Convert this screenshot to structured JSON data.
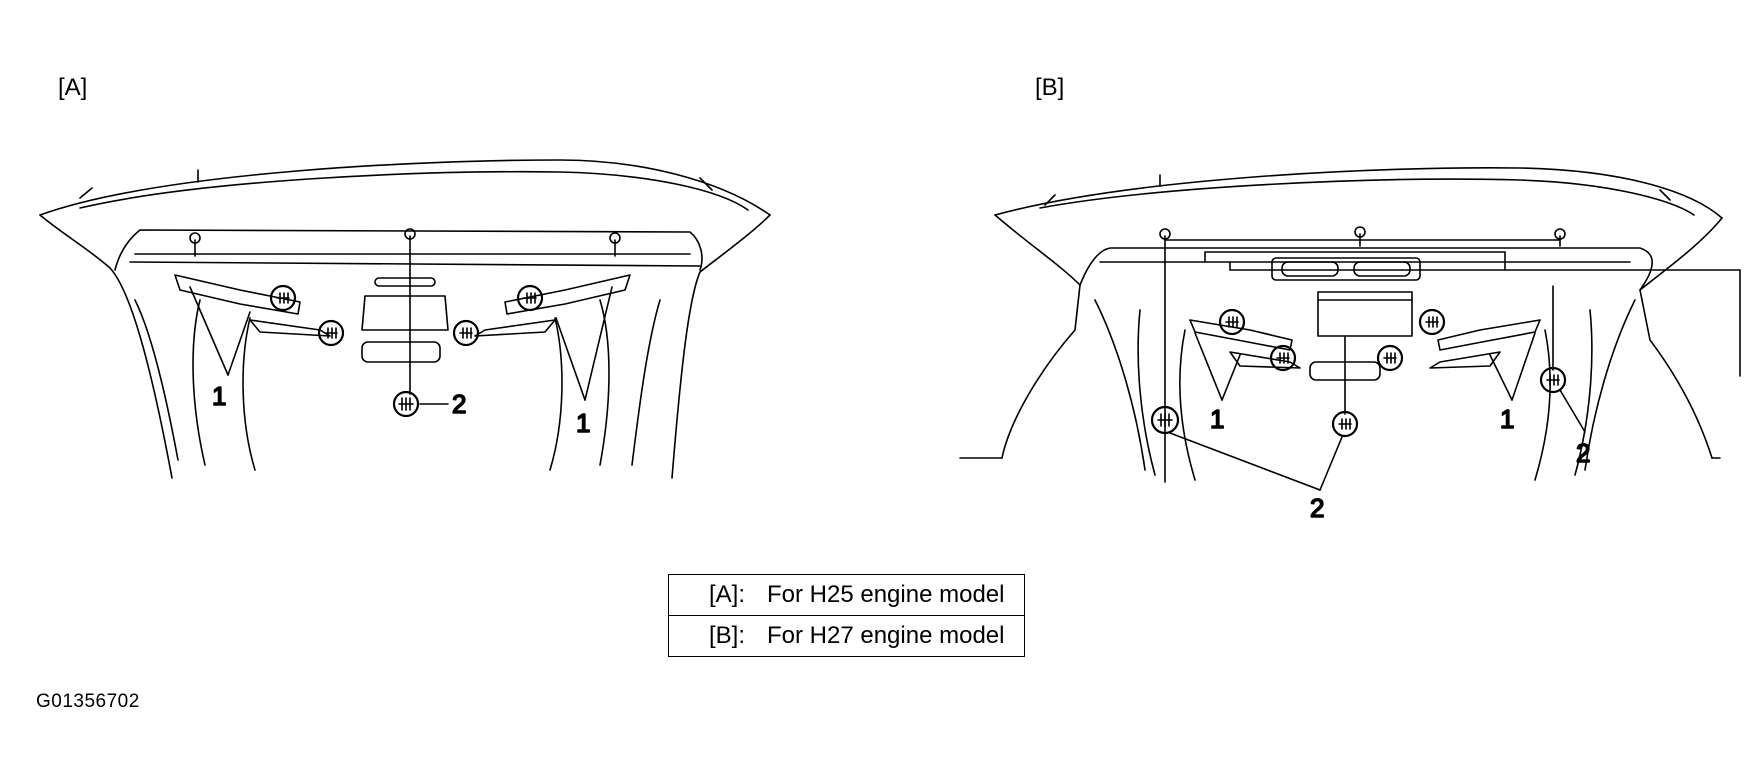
{
  "panels": [
    {
      "id": "A",
      "label": "[A]"
    },
    {
      "id": "B",
      "label": "[B]"
    }
  ],
  "callouts": {
    "clip": "1",
    "screw": "2"
  },
  "legend": [
    {
      "key": "[A]:",
      "text": "For H25 engine model"
    },
    {
      "key": "[B]:",
      "text": "For H27 engine model"
    }
  ],
  "figure_id": "G01356702"
}
